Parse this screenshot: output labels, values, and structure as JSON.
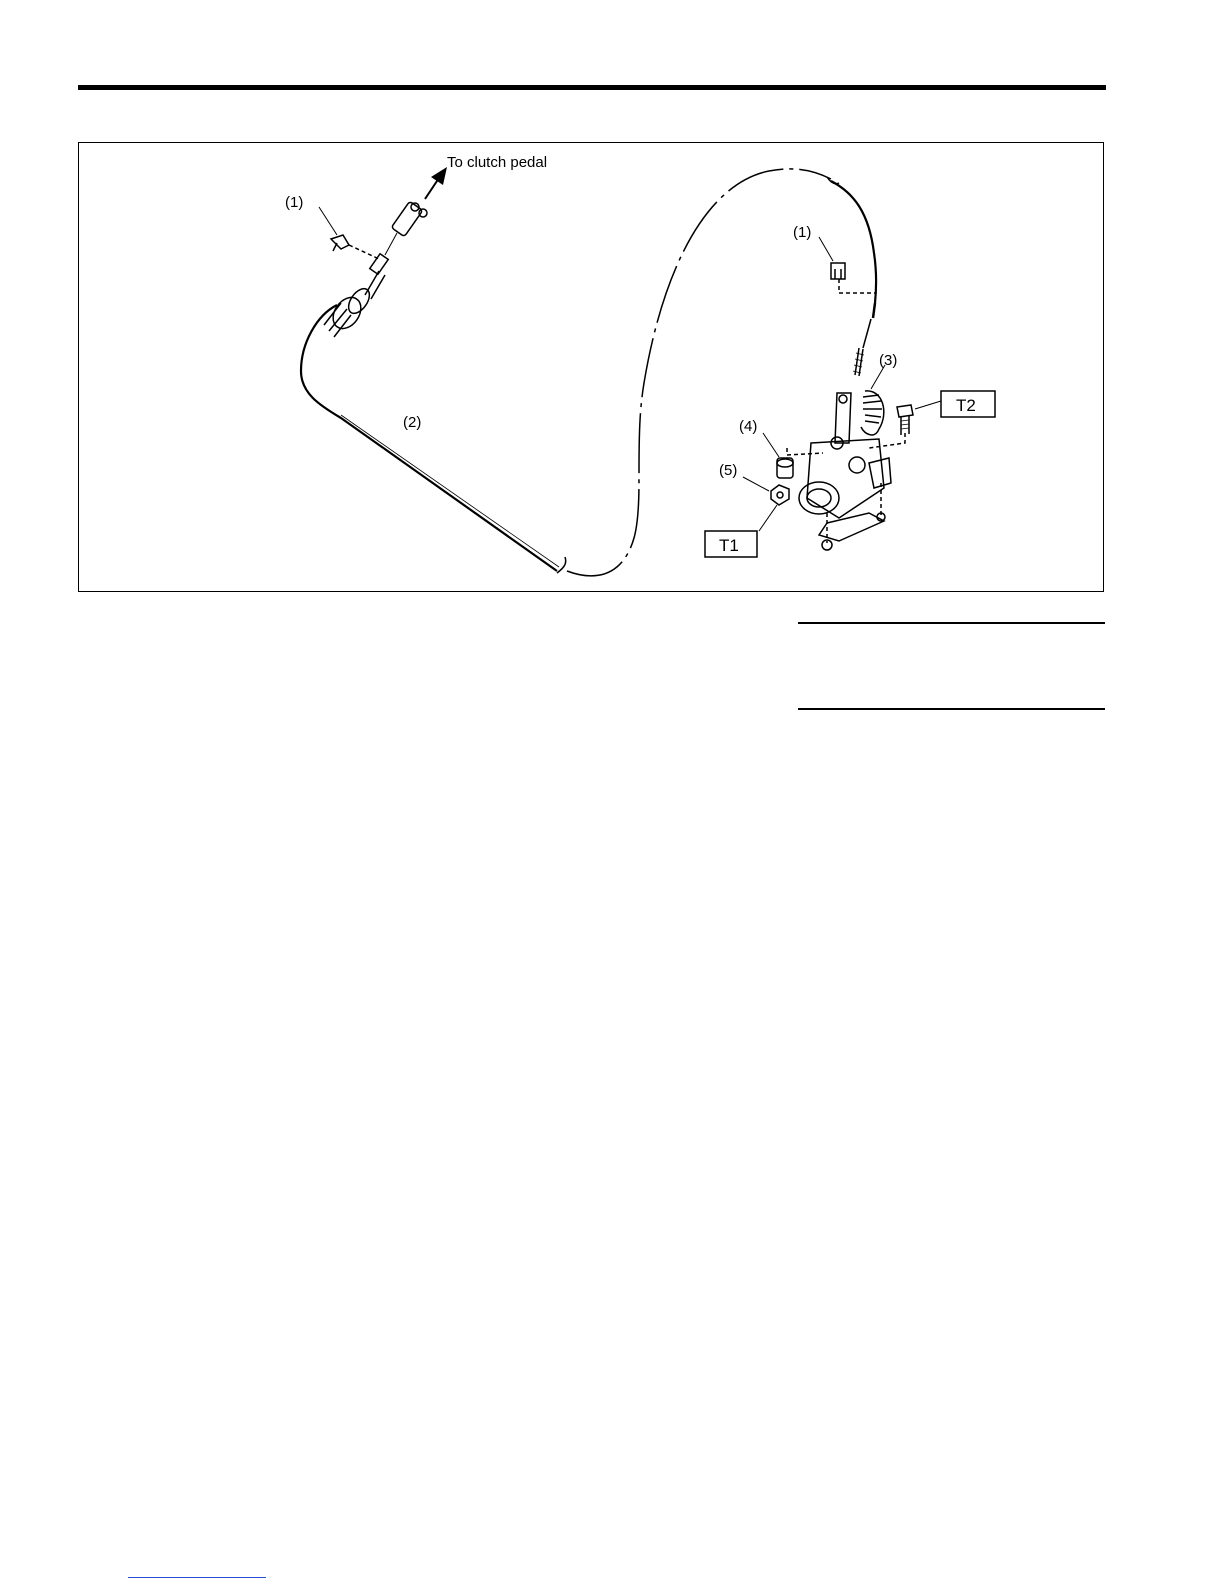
{
  "figure": {
    "callouts": {
      "clip_left": "(1)",
      "clip_right": "(1)",
      "cable": "(2)",
      "lever": "(3)",
      "bushing": "(4)",
      "nut": "(5)"
    },
    "direction_label": "To clutch pedal",
    "torque_labels": {
      "t1": "T1",
      "t2": "T2"
    }
  }
}
